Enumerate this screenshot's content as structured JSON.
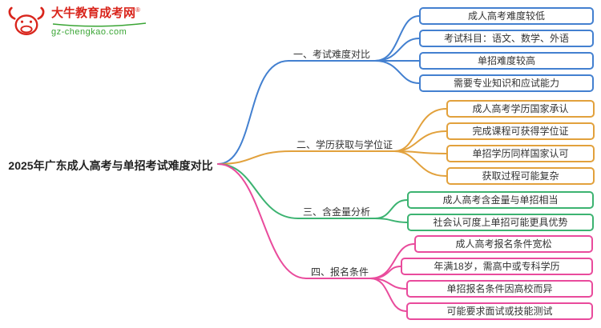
{
  "logo": {
    "icon": "bull-icon",
    "brand": "大牛教育成考网",
    "reg_mark": "®",
    "domain": "gz-chengkao.com"
  },
  "root_label": "2025年广东成人高考与单招考试难度对比",
  "colors": {
    "branch1_blue": "#4380d0",
    "branch2_orange": "#e2a13c",
    "branch3_green": "#3cb371",
    "branch4_pink": "#e94b9c",
    "logo_red": "#d9251c",
    "logo_green": "#3aa535"
  },
  "branches": [
    {
      "label": "一、考试难度对比",
      "children": [
        "成人高考难度较低",
        "考试科目：语文、数学、外语",
        "单招难度较高",
        "需要专业知识和应试能力"
      ]
    },
    {
      "label": "二、学历获取与学位证",
      "children": [
        "成人高考学历国家承认",
        "完成课程可获得学位证",
        "单招学历同样国家认可",
        "获取过程可能复杂"
      ]
    },
    {
      "label": "三、含金量分析",
      "children": [
        "成人高考含金量与单招相当",
        "社会认可度上单招可能更具优势"
      ]
    },
    {
      "label": "四、报名条件",
      "children": [
        "成人高考报名条件宽松",
        "年满18岁，需高中或专科学历",
        "单招报名条件因高校而异",
        "可能要求面试或技能测试"
      ]
    }
  ]
}
